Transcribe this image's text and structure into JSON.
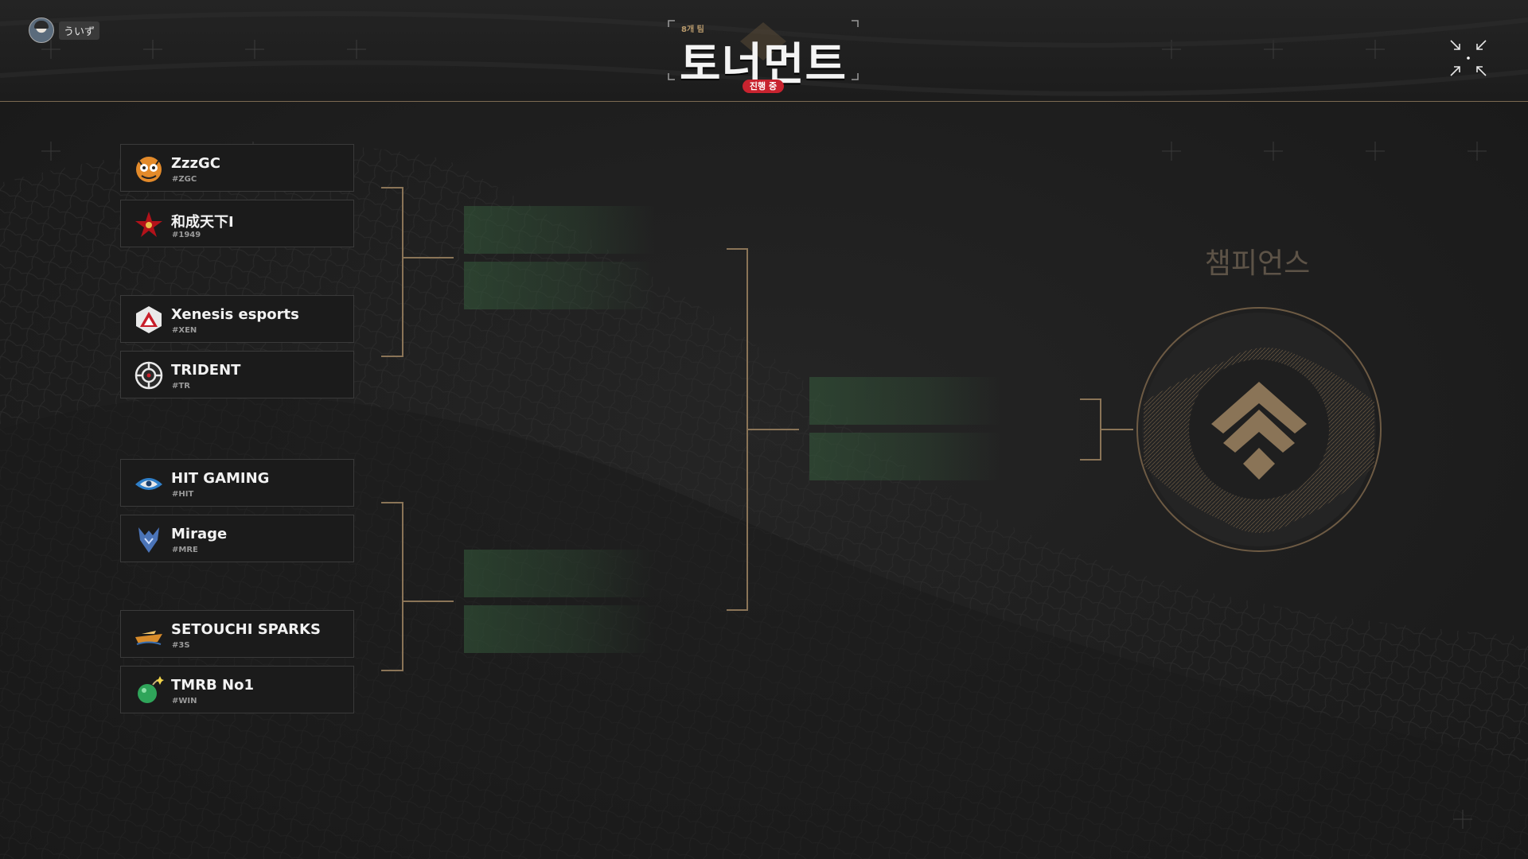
{
  "user": {
    "name": "ういず"
  },
  "header": {
    "team_count": "8개 팀",
    "title": "토너먼트",
    "status": "진행 중"
  },
  "teams": [
    {
      "name": "ZzzGC",
      "tag": "#ZGC",
      "icon": "tiger-logo-icon"
    },
    {
      "name": "和成天下I",
      "tag": "#1949",
      "icon": "red-star-logo-icon"
    },
    {
      "name": "Xenesis esports",
      "tag": "#XEN",
      "icon": "triangle-shield-logo-icon"
    },
    {
      "name": "TRIDENT",
      "tag": "#TR",
      "icon": "crosshair-logo-icon"
    },
    {
      "name": "HIT GAMING",
      "tag": "#HIT",
      "icon": "eye-wing-logo-icon"
    },
    {
      "name": "Mirage",
      "tag": "#MRE",
      "icon": "dragon-logo-icon"
    },
    {
      "name": "SETOUCHI SPARKS",
      "tag": "#3S",
      "icon": "ship-logo-icon"
    },
    {
      "name": "TMRB No1",
      "tag": "#WIN",
      "icon": "bomb-logo-icon"
    }
  ],
  "champion": {
    "label": "챔피언스"
  },
  "colors": {
    "accent_gold": "#8a7457",
    "badge_red": "#c8232f",
    "slot_green": "#355c3c"
  }
}
